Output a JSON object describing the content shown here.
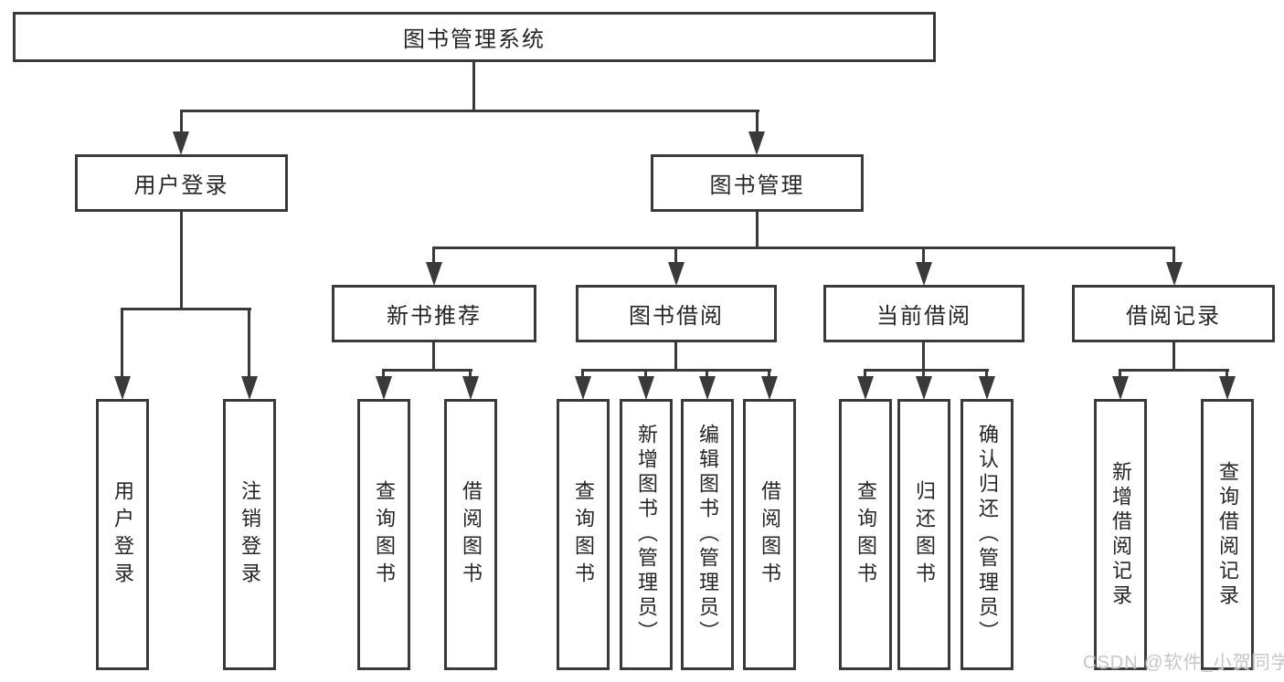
{
  "diagram": {
    "root": {
      "label": "图书管理系统"
    },
    "level2": [
      {
        "label": "用户登录"
      },
      {
        "label": "图书管理"
      }
    ],
    "level3": [
      {
        "label": "新书推荐"
      },
      {
        "label": "图书借阅"
      },
      {
        "label": "当前借阅"
      },
      {
        "label": "借阅记录"
      }
    ],
    "leaves": [
      {
        "label": "用户登录"
      },
      {
        "label": "注销登录"
      },
      {
        "label": "查询图书"
      },
      {
        "label": "借阅图书"
      },
      {
        "label": "查询图书"
      },
      {
        "label": "新增图书（管理员）"
      },
      {
        "label": "编辑图书（管理员）"
      },
      {
        "label": "借阅图书"
      },
      {
        "label": "查询图书"
      },
      {
        "label": "归还图书"
      },
      {
        "label": "确认归还（管理员）"
      },
      {
        "label": "新增借阅记录"
      },
      {
        "label": "查询借阅记录"
      }
    ]
  },
  "watermark": {
    "text": "CSDN @软件_小贺同学"
  },
  "colors": {
    "line": "#3a3a3a",
    "text": "#262626",
    "watermark": "#c6c6c6",
    "background": "#ffffff"
  }
}
